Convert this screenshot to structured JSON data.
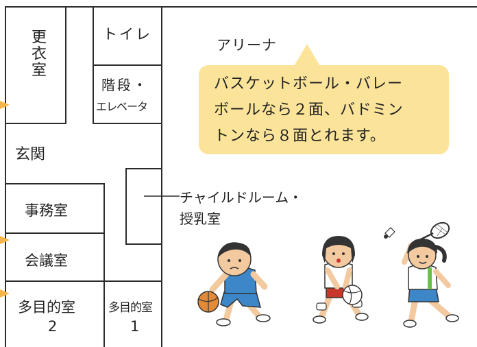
{
  "rooms": {
    "changing_room": "更衣室",
    "toilet": "トイレ",
    "stairs": "階段・",
    "elevator": "エレベータ",
    "entrance": "玄関",
    "office": "事務室",
    "meeting_room": "会議室",
    "multipurpose_2_name": "多目的室",
    "multipurpose_2_num": "2",
    "multipurpose_1_name": "多目的室",
    "multipurpose_1_num": "1",
    "kids_room_line1": "チャイルドルーム・",
    "kids_room_line2": "授乳室",
    "arena": "アリーナ"
  },
  "bubble": {
    "line1": "バスケットボール・バレー",
    "line2": "ボールなら２面、バドミン",
    "line3": "トンなら８面とれます。"
  },
  "colors": {
    "wall": "#2b2b2b",
    "bubble_fill": "#fbe49a",
    "arrow": "#f5b54a",
    "uniform_blue": "#3d86c8",
    "basketball": "#e08a3a"
  }
}
